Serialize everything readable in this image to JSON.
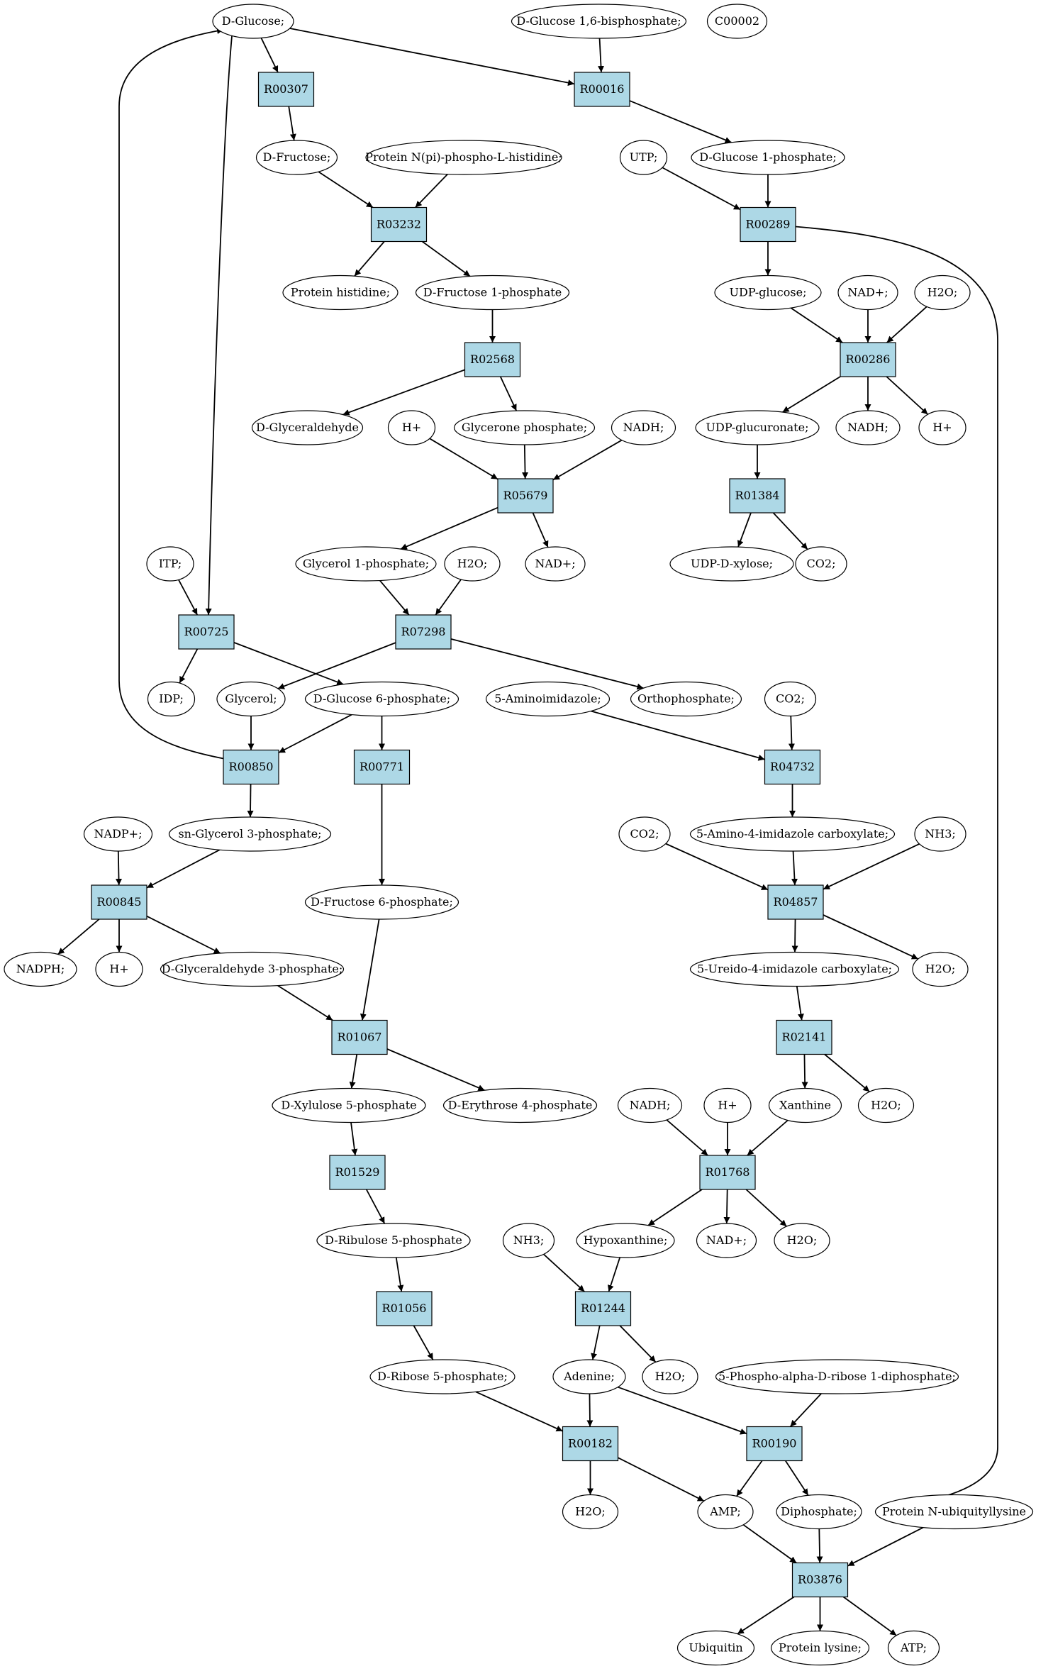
{
  "colors": {
    "reaction_fill": "#add8e6",
    "start_fill": "#00e000",
    "highlight_fill": "#ffff00",
    "compound_fill": "#ffffff",
    "stroke": "#000000"
  },
  "nodes": [
    {
      "id": "glc",
      "label": "D-Glucose;",
      "kind": "compound",
      "role": "start"
    },
    {
      "id": "g16bp",
      "label": "D-Glucose 1,6-bisphosphate;",
      "kind": "compound"
    },
    {
      "id": "c00002",
      "label": "C00002",
      "kind": "compound",
      "role": "highlight"
    },
    {
      "id": "r00307",
      "label": "R00307",
      "kind": "reaction"
    },
    {
      "id": "r00016",
      "label": "R00016",
      "kind": "reaction"
    },
    {
      "id": "fru",
      "label": "D-Fructose;",
      "kind": "compound"
    },
    {
      "id": "pnhis",
      "label": "Protein N(pi)-phospho-L-histidine;",
      "kind": "compound"
    },
    {
      "id": "utp",
      "label": "UTP;",
      "kind": "compound"
    },
    {
      "id": "g1p",
      "label": "D-Glucose 1-phosphate;",
      "kind": "compound"
    },
    {
      "id": "r03232",
      "label": "R03232",
      "kind": "reaction"
    },
    {
      "id": "r00289",
      "label": "R00289",
      "kind": "reaction"
    },
    {
      "id": "phis",
      "label": "Protein histidine;",
      "kind": "compound"
    },
    {
      "id": "f1p",
      "label": "D-Fructose 1-phosphate",
      "kind": "compound"
    },
    {
      "id": "udpglc",
      "label": "UDP-glucose;",
      "kind": "compound"
    },
    {
      "id": "nadp1",
      "label": "NAD+;",
      "kind": "compound"
    },
    {
      "id": "h2o1",
      "label": "H2O;",
      "kind": "compound"
    },
    {
      "id": "r02568",
      "label": "R02568",
      "kind": "reaction"
    },
    {
      "id": "r00286",
      "label": "R00286",
      "kind": "reaction"
    },
    {
      "id": "glyald",
      "label": "D-Glyceraldehyde",
      "kind": "compound"
    },
    {
      "id": "hp1",
      "label": "H+",
      "kind": "compound"
    },
    {
      "id": "dhap",
      "label": "Glycerone phosphate;",
      "kind": "compound"
    },
    {
      "id": "nadh1",
      "label": "NADH;",
      "kind": "compound"
    },
    {
      "id": "udpgluc",
      "label": "UDP-glucuronate;",
      "kind": "compound"
    },
    {
      "id": "nadh2",
      "label": "NADH;",
      "kind": "compound"
    },
    {
      "id": "hp2",
      "label": "H+",
      "kind": "compound"
    },
    {
      "id": "r05679",
      "label": "R05679",
      "kind": "reaction"
    },
    {
      "id": "r01384",
      "label": "R01384",
      "kind": "reaction"
    },
    {
      "id": "itp",
      "label": "ITP;",
      "kind": "compound"
    },
    {
      "id": "gly1p",
      "label": "Glycerol 1-phosphate;",
      "kind": "compound"
    },
    {
      "id": "h2o2",
      "label": "H2O;",
      "kind": "compound"
    },
    {
      "id": "nadp2",
      "label": "NAD+;",
      "kind": "compound"
    },
    {
      "id": "udpxyl",
      "label": "UDP-D-xylose;",
      "kind": "compound"
    },
    {
      "id": "co2a",
      "label": "CO2;",
      "kind": "compound"
    },
    {
      "id": "r00725",
      "label": "R00725",
      "kind": "reaction"
    },
    {
      "id": "r07298",
      "label": "R07298",
      "kind": "reaction"
    },
    {
      "id": "idp",
      "label": "IDP;",
      "kind": "compound"
    },
    {
      "id": "glycerol",
      "label": "Glycerol;",
      "kind": "compound"
    },
    {
      "id": "g6p",
      "label": "D-Glucose 6-phosphate;",
      "kind": "compound"
    },
    {
      "id": "aminoimid",
      "label": "5-Aminoimidazole;",
      "kind": "compound"
    },
    {
      "id": "pi",
      "label": "Orthophosphate;",
      "kind": "compound"
    },
    {
      "id": "co2b",
      "label": "CO2;",
      "kind": "compound"
    },
    {
      "id": "r00850",
      "label": "R00850",
      "kind": "reaction"
    },
    {
      "id": "r00771",
      "label": "R00771",
      "kind": "reaction"
    },
    {
      "id": "r04732",
      "label": "R04732",
      "kind": "reaction"
    },
    {
      "id": "nadpp",
      "label": "NADP+;",
      "kind": "compound"
    },
    {
      "id": "sng3p",
      "label": "sn-Glycerol 3-phosphate;",
      "kind": "compound"
    },
    {
      "id": "co2c",
      "label": "CO2;",
      "kind": "compound"
    },
    {
      "id": "aic",
      "label": "5-Amino-4-imidazole carboxylate;",
      "kind": "compound"
    },
    {
      "id": "nh3a",
      "label": "NH3;",
      "kind": "compound"
    },
    {
      "id": "r00845",
      "label": "R00845",
      "kind": "reaction"
    },
    {
      "id": "f6p",
      "label": "D-Fructose 6-phosphate;",
      "kind": "compound"
    },
    {
      "id": "r04857",
      "label": "R04857",
      "kind": "reaction"
    },
    {
      "id": "nadph",
      "label": "NADPH;",
      "kind": "compound"
    },
    {
      "id": "hp3",
      "label": "H+",
      "kind": "compound"
    },
    {
      "id": "ga3p",
      "label": "D-Glyceraldehyde 3-phosphate;",
      "kind": "compound"
    },
    {
      "id": "uic",
      "label": "5-Ureido-4-imidazole carboxylate;",
      "kind": "compound"
    },
    {
      "id": "h2o3",
      "label": "H2O;",
      "kind": "compound"
    },
    {
      "id": "r01067",
      "label": "R01067",
      "kind": "reaction"
    },
    {
      "id": "r02141",
      "label": "R02141",
      "kind": "reaction"
    },
    {
      "id": "xu5p",
      "label": "D-Xylulose 5-phosphate",
      "kind": "compound"
    },
    {
      "id": "e4p",
      "label": "D-Erythrose 4-phosphate",
      "kind": "compound"
    },
    {
      "id": "nadh3",
      "label": "NADH;",
      "kind": "compound"
    },
    {
      "id": "hp4",
      "label": "H+",
      "kind": "compound"
    },
    {
      "id": "xanthine",
      "label": "Xanthine",
      "kind": "compound"
    },
    {
      "id": "h2o4",
      "label": "H2O;",
      "kind": "compound"
    },
    {
      "id": "r01529",
      "label": "R01529",
      "kind": "reaction"
    },
    {
      "id": "r01768",
      "label": "R01768",
      "kind": "reaction"
    },
    {
      "id": "ru5p",
      "label": "D-Ribulose 5-phosphate",
      "kind": "compound"
    },
    {
      "id": "nh3b",
      "label": "NH3;",
      "kind": "compound"
    },
    {
      "id": "hypox",
      "label": "Hypoxanthine;",
      "kind": "compound"
    },
    {
      "id": "nadp3",
      "label": "NAD+;",
      "kind": "compound"
    },
    {
      "id": "h2o5",
      "label": "H2O;",
      "kind": "compound"
    },
    {
      "id": "r01056",
      "label": "R01056",
      "kind": "reaction"
    },
    {
      "id": "r01244",
      "label": "R01244",
      "kind": "reaction"
    },
    {
      "id": "r5p",
      "label": "D-Ribose 5-phosphate;",
      "kind": "compound"
    },
    {
      "id": "adenine",
      "label": "Adenine;",
      "kind": "compound"
    },
    {
      "id": "h2o6",
      "label": "H2O;",
      "kind": "compound"
    },
    {
      "id": "prpp",
      "label": "5-Phospho-alpha-D-ribose 1-diphosphate;",
      "kind": "compound"
    },
    {
      "id": "r00182",
      "label": "R00182",
      "kind": "reaction"
    },
    {
      "id": "r00190",
      "label": "R00190",
      "kind": "reaction"
    },
    {
      "id": "h2o7",
      "label": "H2O;",
      "kind": "compound"
    },
    {
      "id": "amp",
      "label": "AMP;",
      "kind": "compound"
    },
    {
      "id": "ppi",
      "label": "Diphosphate;",
      "kind": "compound"
    },
    {
      "id": "pnubq",
      "label": "Protein N-ubiquityllysine",
      "kind": "compound"
    },
    {
      "id": "r03876",
      "label": "R03876",
      "kind": "reaction"
    },
    {
      "id": "ubq",
      "label": "Ubiquitin",
      "kind": "compound"
    },
    {
      "id": "plys",
      "label": "Protein lysine;",
      "kind": "compound"
    },
    {
      "id": "atp",
      "label": "ATP;",
      "kind": "compound"
    }
  ],
  "edges": [
    [
      "glc",
      "r00307"
    ],
    [
      "glc",
      "r00016"
    ],
    [
      "glc",
      "r00725"
    ],
    [
      "r00850",
      "glc"
    ],
    [
      "g16bp",
      "r00016"
    ],
    [
      "r00016",
      "g1p"
    ],
    [
      "r00307",
      "fru"
    ],
    [
      "fru",
      "r03232"
    ],
    [
      "pnhis",
      "r03232"
    ],
    [
      "r03232",
      "phis"
    ],
    [
      "r03232",
      "f1p"
    ],
    [
      "utp",
      "r00289"
    ],
    [
      "g1p",
      "r00289"
    ],
    [
      "r00289",
      "udpglc"
    ],
    [
      "r00289",
      "ppi"
    ],
    [
      "f1p",
      "r02568"
    ],
    [
      "r02568",
      "glyald"
    ],
    [
      "r02568",
      "dhap"
    ],
    [
      "udpglc",
      "r00286"
    ],
    [
      "nadp1",
      "r00286"
    ],
    [
      "h2o1",
      "r00286"
    ],
    [
      "r00286",
      "udpgluc"
    ],
    [
      "r00286",
      "nadh2"
    ],
    [
      "r00286",
      "hp2"
    ],
    [
      "hp1",
      "r05679"
    ],
    [
      "dhap",
      "r05679"
    ],
    [
      "nadh1",
      "r05679"
    ],
    [
      "r05679",
      "gly1p"
    ],
    [
      "r05679",
      "nadp2"
    ],
    [
      "udpgluc",
      "r01384"
    ],
    [
      "r01384",
      "udpxyl"
    ],
    [
      "r01384",
      "co2a"
    ],
    [
      "itp",
      "r00725"
    ],
    [
      "r00725",
      "idp"
    ],
    [
      "r00725",
      "g6p"
    ],
    [
      "gly1p",
      "r07298"
    ],
    [
      "h2o2",
      "r07298"
    ],
    [
      "r07298",
      "glycerol"
    ],
    [
      "r07298",
      "pi"
    ],
    [
      "glycerol",
      "r00850"
    ],
    [
      "g6p",
      "r00850"
    ],
    [
      "g6p",
      "r00771"
    ],
    [
      "aminoimid",
      "r04732"
    ],
    [
      "co2b",
      "r04732"
    ],
    [
      "r04732",
      "aic"
    ],
    [
      "r00850",
      "sng3p"
    ],
    [
      "r00771",
      "f6p"
    ],
    [
      "nadpp",
      "r00845"
    ],
    [
      "sng3p",
      "r00845"
    ],
    [
      "r00845",
      "nadph"
    ],
    [
      "r00845",
      "hp3"
    ],
    [
      "r00845",
      "ga3p"
    ],
    [
      "co2c",
      "r04857"
    ],
    [
      "aic",
      "r04857"
    ],
    [
      "nh3a",
      "r04857"
    ],
    [
      "r04857",
      "uic"
    ],
    [
      "r04857",
      "h2o3"
    ],
    [
      "ga3p",
      "r01067"
    ],
    [
      "f6p",
      "r01067"
    ],
    [
      "r01067",
      "xu5p"
    ],
    [
      "r01067",
      "e4p"
    ],
    [
      "uic",
      "r02141"
    ],
    [
      "r02141",
      "xanthine"
    ],
    [
      "r02141",
      "h2o4"
    ],
    [
      "xu5p",
      "r01529"
    ],
    [
      "r01529",
      "ru5p"
    ],
    [
      "nadh3",
      "r01768"
    ],
    [
      "hp4",
      "r01768"
    ],
    [
      "xanthine",
      "r01768"
    ],
    [
      "r01768",
      "hypox"
    ],
    [
      "r01768",
      "nadp3"
    ],
    [
      "r01768",
      "h2o5"
    ],
    [
      "ru5p",
      "r01056"
    ],
    [
      "r01056",
      "r5p"
    ],
    [
      "nh3b",
      "r01244"
    ],
    [
      "hypox",
      "r01244"
    ],
    [
      "r01244",
      "adenine"
    ],
    [
      "r01244",
      "h2o6"
    ],
    [
      "r5p",
      "r00182"
    ],
    [
      "adenine",
      "r00182"
    ],
    [
      "adenine",
      "r00190"
    ],
    [
      "prpp",
      "r00190"
    ],
    [
      "r00182",
      "h2o7"
    ],
    [
      "r00182",
      "amp"
    ],
    [
      "r00190",
      "amp"
    ],
    [
      "r00190",
      "ppi"
    ],
    [
      "amp",
      "r03876"
    ],
    [
      "ppi",
      "r03876"
    ],
    [
      "pnubq",
      "r03876"
    ],
    [
      "r03876",
      "ubq"
    ],
    [
      "r03876",
      "plys"
    ],
    [
      "r03876",
      "atp"
    ]
  ]
}
